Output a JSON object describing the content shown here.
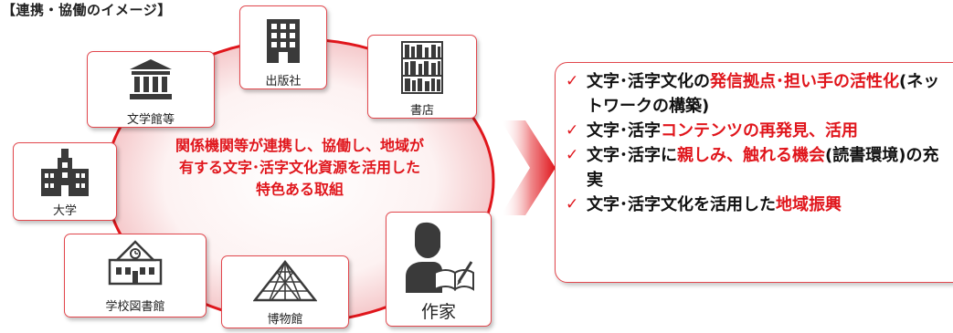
{
  "title": "【連携・協働のイメージ】",
  "nodes": {
    "publisher": {
      "label": "出版社",
      "icon": "building-icon"
    },
    "bookstore": {
      "label": "書店",
      "icon": "bookshelf-icon"
    },
    "literature_museum": {
      "label": "文学館等",
      "icon": "museum-icon"
    },
    "university": {
      "label": "大学",
      "icon": "university-icon"
    },
    "school_library": {
      "label": "学校図書館",
      "icon": "school-icon"
    },
    "museum": {
      "label": "博物館",
      "icon": "pyramid-icon"
    },
    "writer": {
      "label": "作家",
      "icon": "writer-icon"
    }
  },
  "center_text": {
    "line1": "関係機関等が連携し、協働し、地域が",
    "line2": "有する文字･活字文化資源を活用した",
    "line3": "特色ある取組"
  },
  "results": [
    {
      "check": "✓",
      "a": "文字･活字文化の",
      "b": "発信拠点･担い手の活性化",
      "c": "(ネットワークの構築)"
    },
    {
      "check": "✓",
      "a": "文字･活字",
      "b": "コンテンツの再発見、活用",
      "c": ""
    },
    {
      "check": "✓",
      "a": "文字･活字に",
      "b": "親しみ、触れる機会",
      "c": "(読書環境)の充実"
    },
    {
      "check": "✓",
      "a": "文字･活字文化を活用した",
      "b": "地域振興",
      "c": ""
    }
  ],
  "colors": {
    "accent": "#e0161c",
    "border": "#e2474d",
    "icon": "#3a3a3a"
  }
}
